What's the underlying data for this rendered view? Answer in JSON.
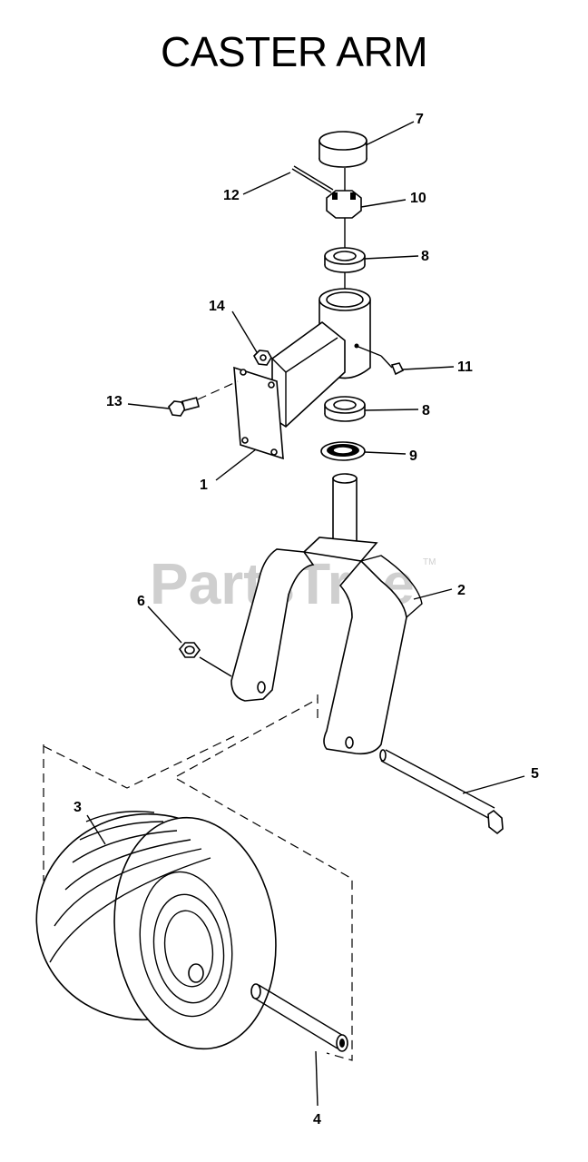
{
  "title": "CASTER ARM",
  "watermark": "PartsTree",
  "watermark_tm": "TM",
  "callouts": {
    "c1": "1",
    "c2": "2",
    "c3": "3",
    "c4": "4",
    "c5": "5",
    "c6": "6",
    "c7": "7",
    "c8a": "8",
    "c8b": "8",
    "c9": "9",
    "c10": "10",
    "c11": "11",
    "c12": "12",
    "c13": "13",
    "c14": "14"
  }
}
